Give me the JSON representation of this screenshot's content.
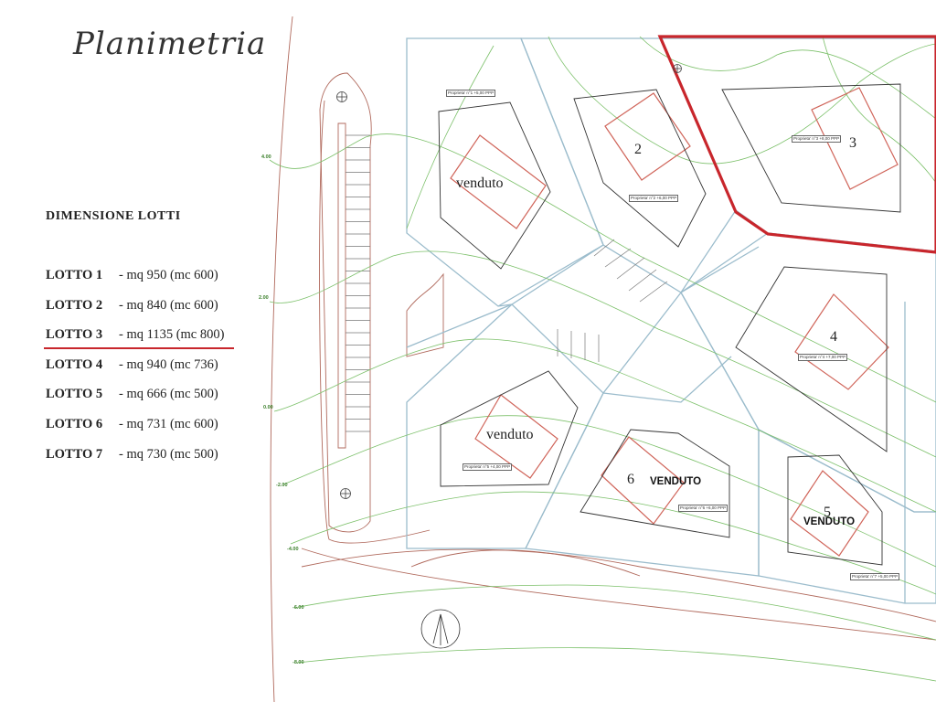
{
  "title": "Planimetria",
  "dimensions_heading": "DIMENSIONE LOTTI",
  "lots": [
    {
      "name": "LOTTO 1",
      "details": "- mq   950  (mc 600)"
    },
    {
      "name": "LOTTO 2",
      "details": "- mq   840  (mc 600)"
    },
    {
      "name": "LOTTO 3",
      "details": "- mq 1135  (mc 800)"
    },
    {
      "name": "LOTTO 4",
      "details": "- mq   940   (mc 736)"
    },
    {
      "name": "LOTTO 5",
      "details": "- mq   666   (mc 500)"
    },
    {
      "name": "LOTTO 6",
      "details": "- mq   731   (mc 600)"
    },
    {
      "name": "LOTTO 7",
      "details": "- mq   730   (mc 500)"
    }
  ],
  "highlighted_lot": "LOTTO 3",
  "map": {
    "lot_numbers": {
      "lot2": "2",
      "lot3": "3",
      "lot4": "4",
      "lot5": "5",
      "lot6": "6"
    },
    "sold_lower": "venduto",
    "sold_upper": "VENDUTO",
    "elevations": [
      "4.00",
      "2.00",
      "0.00",
      "-2.00",
      "-4.00",
      "-6.00",
      "-8.00"
    ],
    "lot_tags": [
      "Proprieta' n°1 +5,00 PPP",
      "Proprieta' n°2 +6,00 PPP",
      "Proprieta' n°3 +8,00 PPP",
      "Proprieta' n°4 +7,00 PPP",
      "Proprieta' n°5 +4,00 PPP",
      "Proprieta' n°6 +6,00 PPP",
      "Proprieta' n°7 +5,00 PPP"
    ]
  },
  "colors": {
    "highlight": "#c8262c",
    "boundary": "#9bbccc",
    "building": "#d0655a",
    "contour": "#7cc06a",
    "road": "#b0695c",
    "plot": "#333333"
  }
}
